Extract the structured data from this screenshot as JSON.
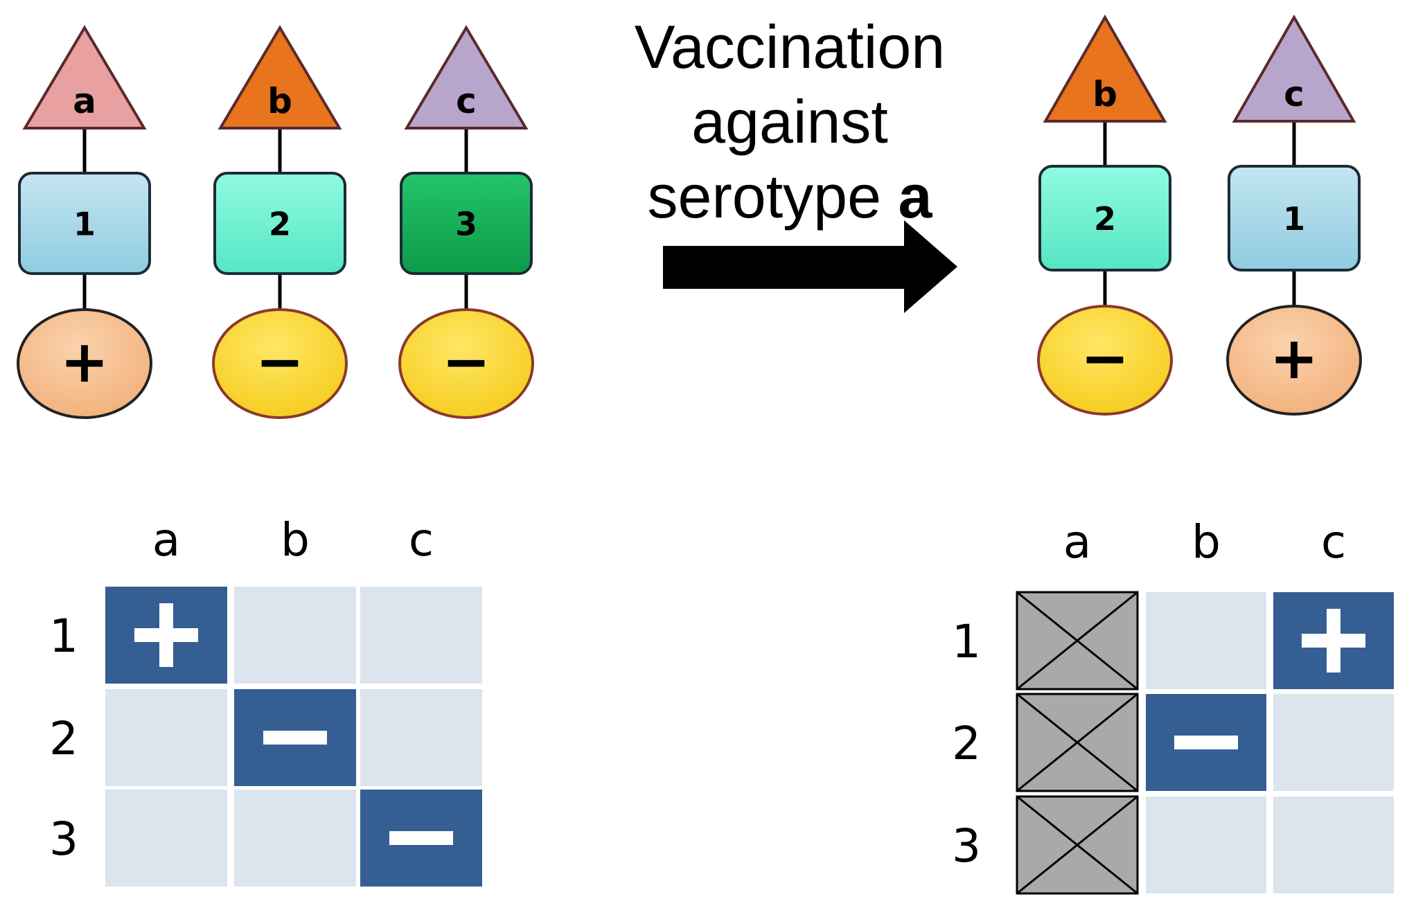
{
  "caption": {
    "line1": "Vaccination",
    "line2": "against",
    "line3_prefix": "serotype",
    "line3_bold": "a"
  },
  "before": {
    "strains": [
      {
        "serotype": "a",
        "type_label": "1",
        "effect": "+"
      },
      {
        "serotype": "b",
        "type_label": "2",
        "effect": "−"
      },
      {
        "serotype": "c",
        "type_label": "3",
        "effect": "−"
      }
    ],
    "matrix": {
      "columns": [
        "a",
        "b",
        "c"
      ],
      "rows": [
        "1",
        "2",
        "3"
      ],
      "cells": [
        [
          "+",
          "",
          ""
        ],
        [
          "",
          "−",
          ""
        ],
        [
          "",
          "",
          "−"
        ]
      ]
    }
  },
  "after": {
    "strains": [
      {
        "serotype": "b",
        "type_label": "2",
        "effect": "−"
      },
      {
        "serotype": "c",
        "type_label": "1",
        "effect": "+"
      }
    ],
    "matrix": {
      "columns": [
        "a",
        "b",
        "c"
      ],
      "rows": [
        "1",
        "2",
        "3"
      ],
      "cells": [
        [
          "x",
          "",
          "+"
        ],
        [
          "x",
          "−",
          ""
        ],
        [
          "x",
          "",
          ""
        ]
      ]
    }
  },
  "colors": {
    "serotype_a": "#e8a0a0",
    "serotype_b": "#e8741e",
    "serotype_c": "#b8a5cc",
    "type_1": "#a8d8e8",
    "type_2": "#6ff5d2",
    "type_3": "#13b057",
    "effect_plus": "#f7bf90",
    "effect_minus": "#fddc3c",
    "cell_filled": "#355f92",
    "cell_empty": "#dce4ee",
    "cell_excluded": "#a9a9a9"
  }
}
